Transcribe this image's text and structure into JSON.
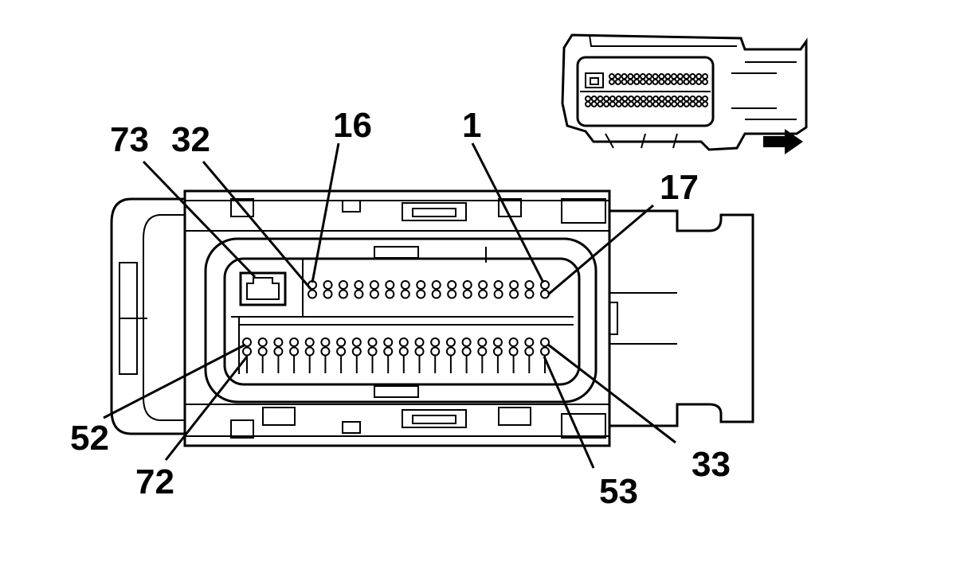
{
  "pin_labels": {
    "p73": "73",
    "p32": "32",
    "p16": "16",
    "p1": "1",
    "p17": "17",
    "p52": "52",
    "p72": "72",
    "p53": "53",
    "p33": "33"
  },
  "pin_rows": {
    "top_row_pins": 32,
    "bottom_row_pins": 40
  },
  "icons": {
    "direction_arrow": "arrow-right-icon",
    "key_cavity": "key-cavity-icon"
  }
}
